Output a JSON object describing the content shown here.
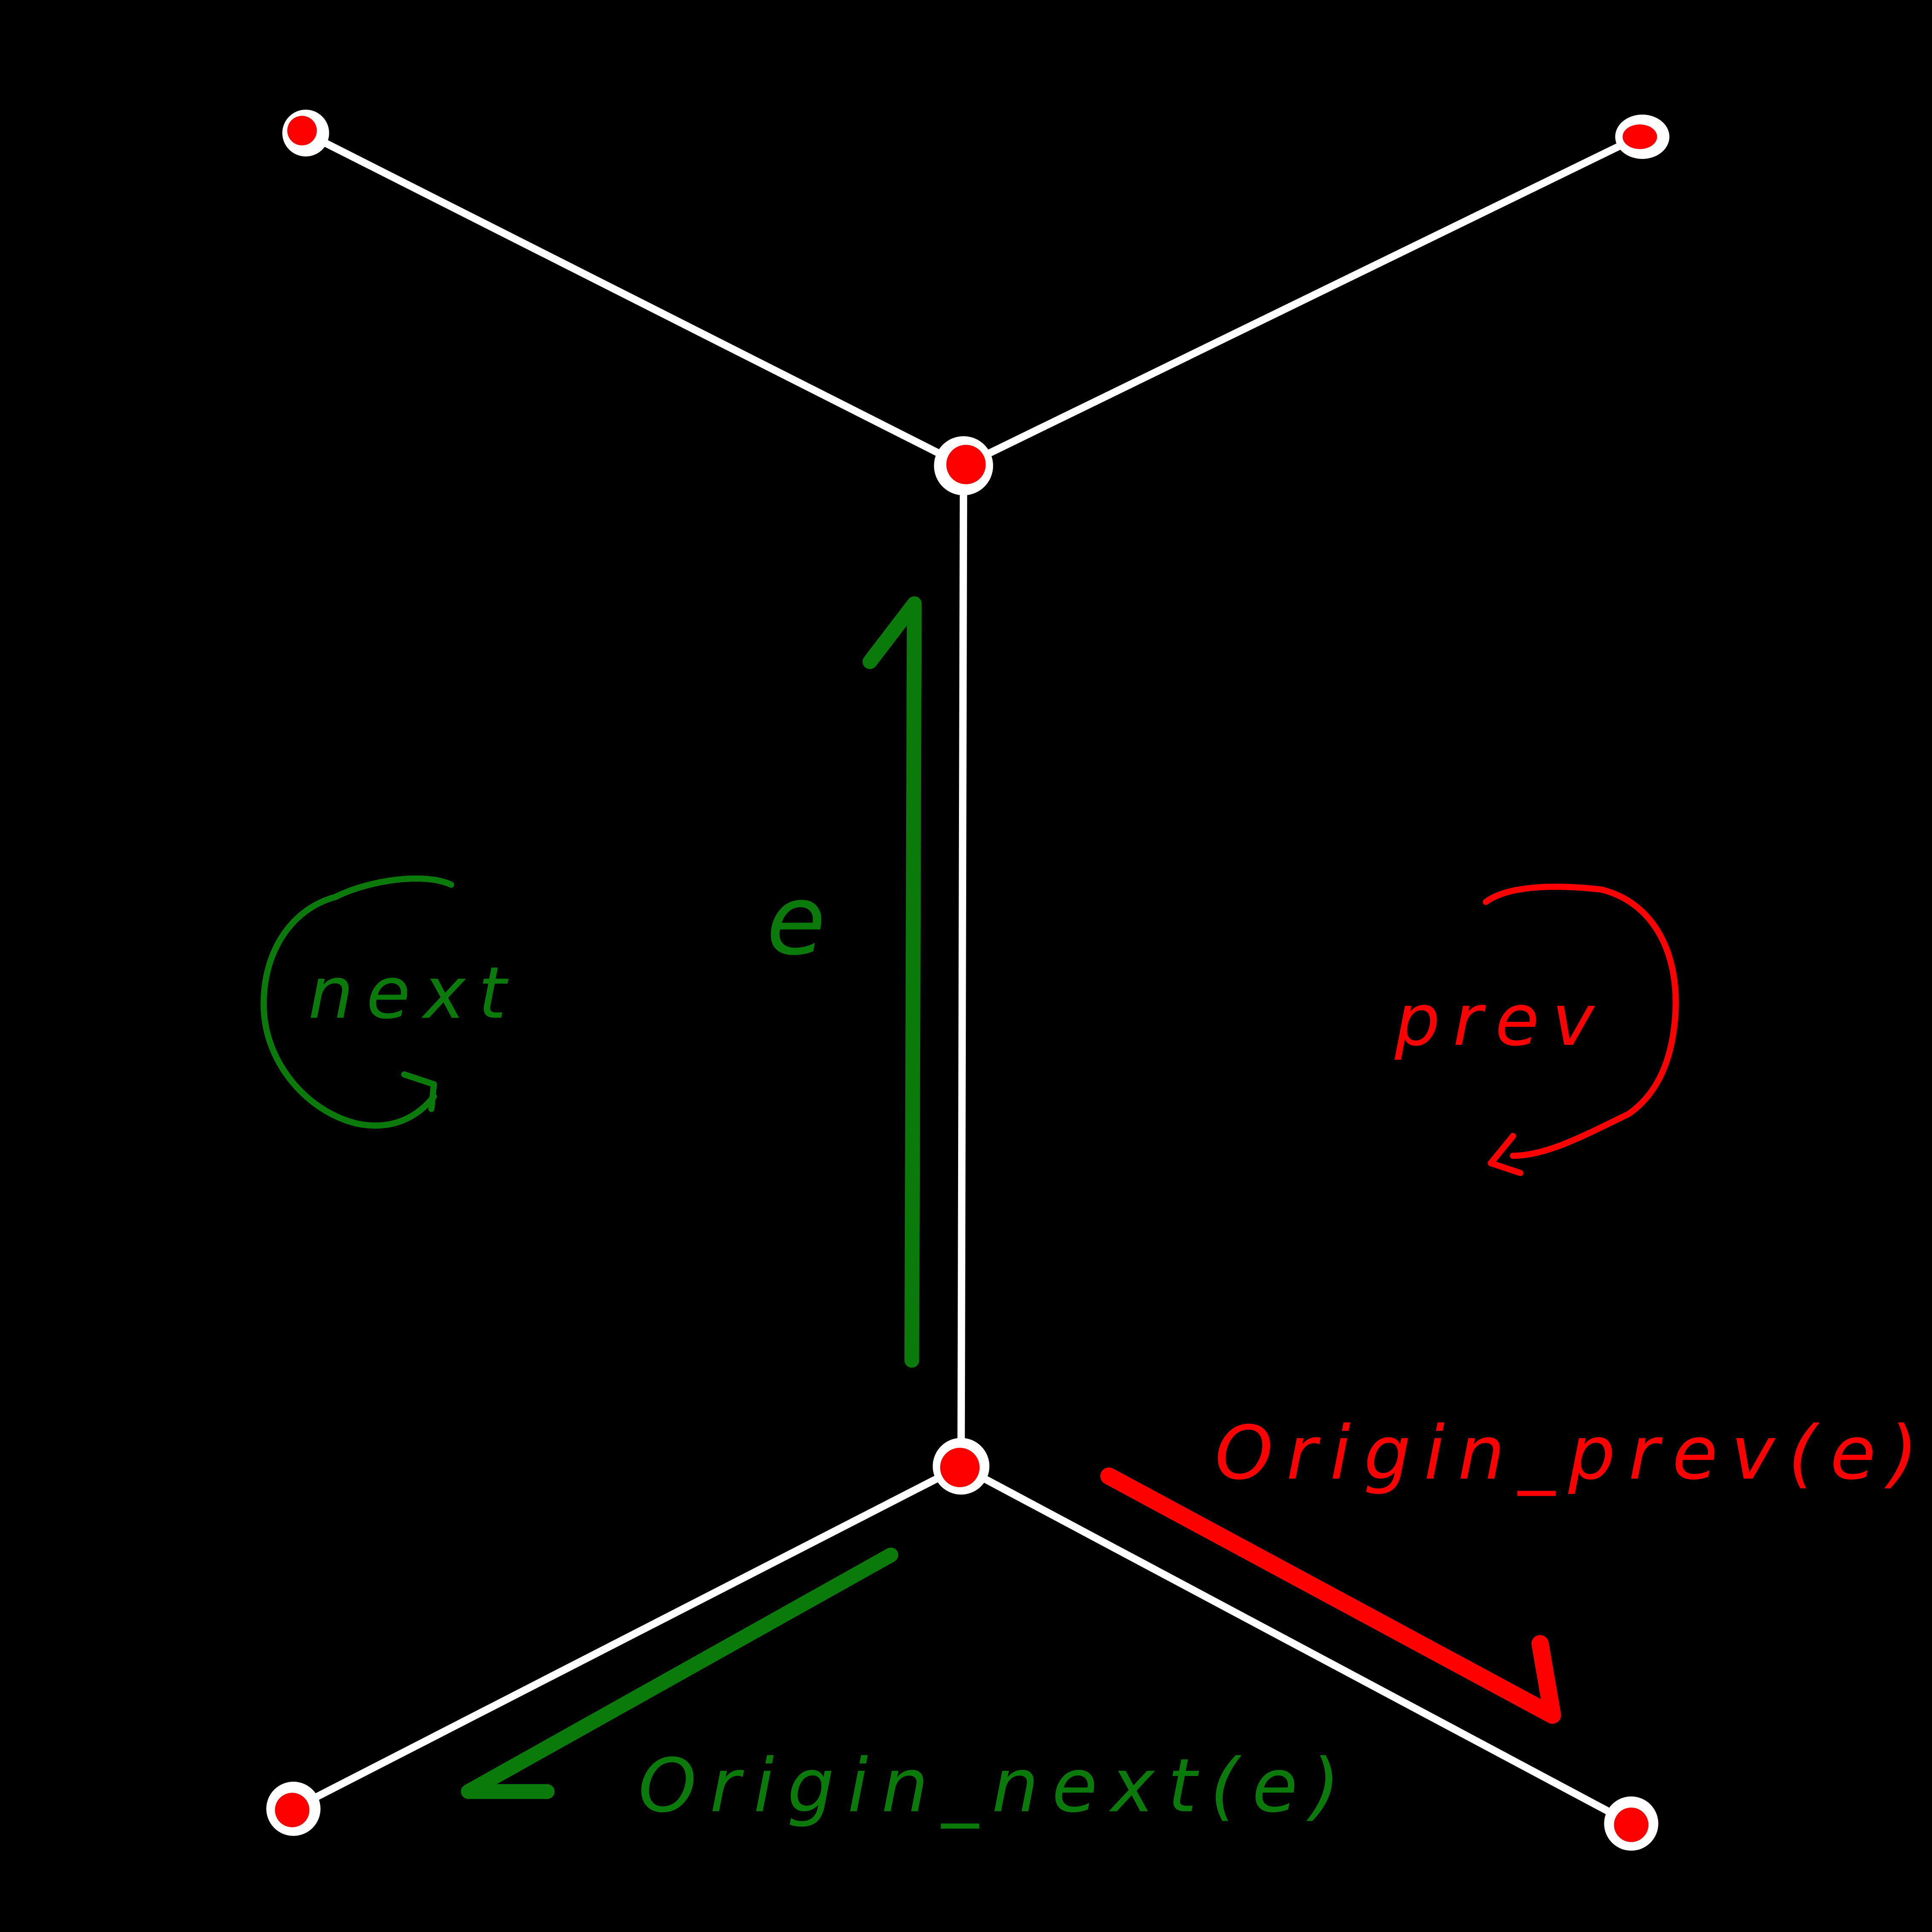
{
  "diagram": {
    "background_color": "#000000",
    "edge_color": "#ffffff",
    "vertex_color": "#ff0000",
    "next_color": "#0a7a0a",
    "prev_color": "#ff0000",
    "labels": {
      "edge": "e",
      "next": "next",
      "prev": "prev",
      "origin_next": "Origin_next(e)",
      "origin_prev": "Origin_prev(e)"
    }
  }
}
